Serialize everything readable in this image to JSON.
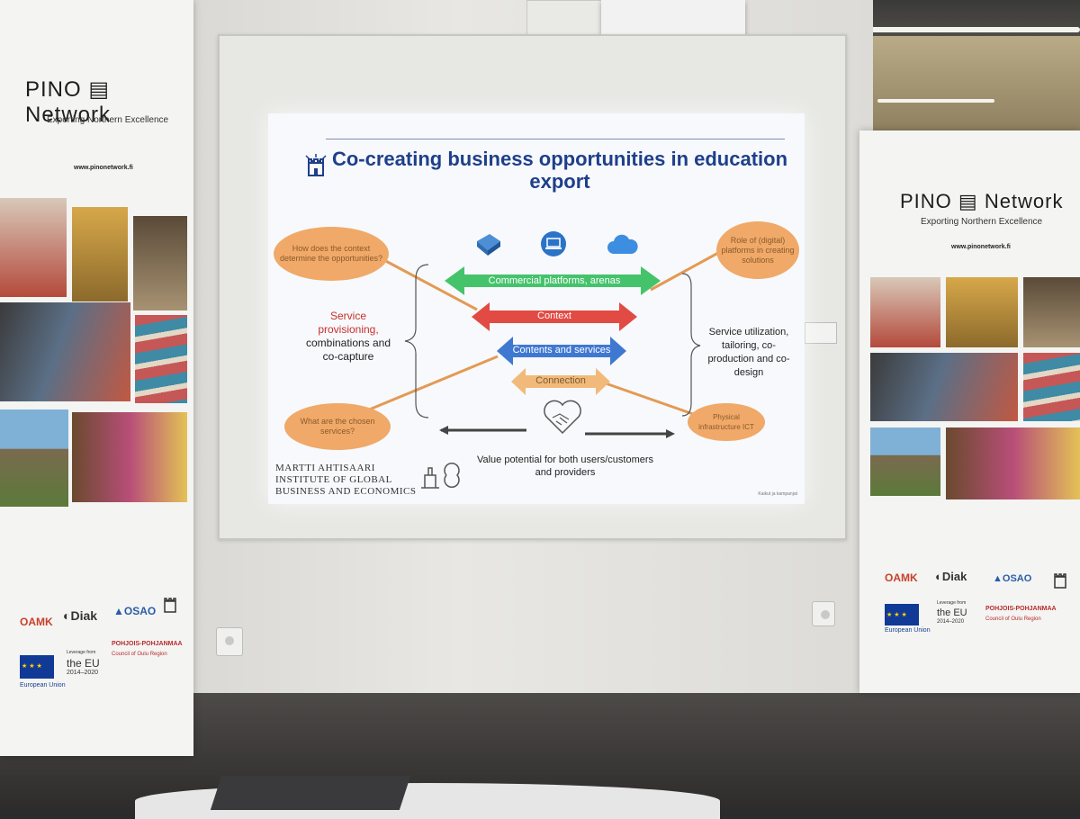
{
  "slide": {
    "title": "Co-creating business opportunities in education export",
    "bubbles": {
      "context_question": "How does the context determine the opportunities?",
      "digital_platforms": "Role of (digital) platforms in creating solutions",
      "services_question": "What are the chosen services?",
      "physical_infra": "Physical infrastructure ICT"
    },
    "left_text": {
      "part1": "Service",
      "part2": "provisioning,",
      "part3": "combinations and",
      "part4": "co-capture"
    },
    "right_text": "Service utilization, tailoring, co-production and co-design",
    "arrows": [
      {
        "label": "Commercial platforms, arenas",
        "color": "#45c36b"
      },
      {
        "label": "Context",
        "color": "#e24a44"
      },
      {
        "label": "Contents and services",
        "color": "#3f78d1"
      },
      {
        "label": "Connection",
        "color": "#f2ba7a"
      }
    ],
    "value_text": "Value potential for both users/customers and providers",
    "institute": "MARTTI AHTISAARI\nINSTITUTE OF GLOBAL\nBUSINESS AND ECONOMICS",
    "footnote": "Kaikut ja kampanjat",
    "icons": [
      "cube-icon",
      "laptop-icon",
      "cloud-icon",
      "handshake-heart-icon"
    ],
    "colors": {
      "title": "#1e3f8a",
      "bubble": "#f0a968",
      "highlight": "#c9302c"
    }
  },
  "banners": {
    "brand": "PINO",
    "brand_suffix": "Network",
    "tagline": "Exporting Northern Excellence",
    "url": "www.pinonetwork.fi",
    "logos": {
      "oamk": "OAMK",
      "diak": "Diak",
      "osao": "OSAO"
    },
    "eu": {
      "name": "European Union",
      "leverage": "Leverage from",
      "the_eu": "the EU",
      "years": "2014–2020"
    },
    "region": {
      "name": "POHJOIS-POHJANMAA",
      "council": "Council of Oulu Region"
    }
  }
}
